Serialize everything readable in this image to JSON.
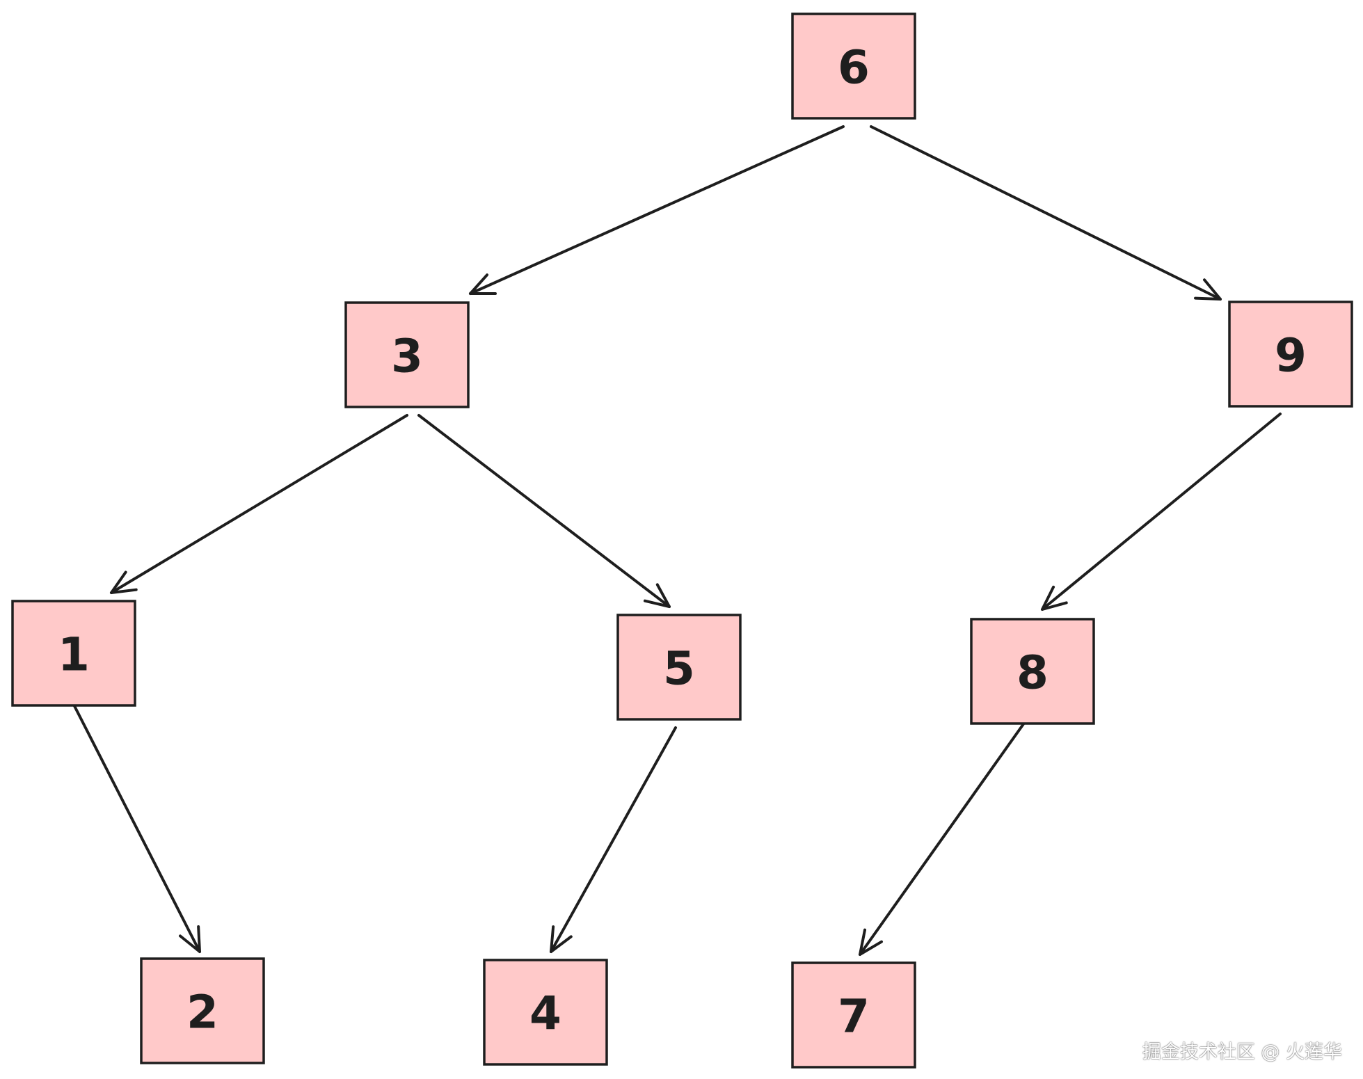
{
  "colors": {
    "node_fill": "#ffc9c9",
    "stroke": "#1e1e1e",
    "background": "#ffffff"
  },
  "nodes": [
    {
      "id": "6",
      "label": "6"
    },
    {
      "id": "3",
      "label": "3"
    },
    {
      "id": "9",
      "label": "9"
    },
    {
      "id": "1",
      "label": "1"
    },
    {
      "id": "5",
      "label": "5"
    },
    {
      "id": "8",
      "label": "8"
    },
    {
      "id": "2",
      "label": "2"
    },
    {
      "id": "4",
      "label": "4"
    },
    {
      "id": "7",
      "label": "7"
    }
  ],
  "edges": [
    {
      "from": "6",
      "to": "3"
    },
    {
      "from": "6",
      "to": "9"
    },
    {
      "from": "3",
      "to": "1"
    },
    {
      "from": "3",
      "to": "5"
    },
    {
      "from": "9",
      "to": "8"
    },
    {
      "from": "1",
      "to": "2"
    },
    {
      "from": "5",
      "to": "4"
    },
    {
      "from": "8",
      "to": "7"
    }
  ],
  "watermark": "掘金技术社区 @ 火莲华"
}
